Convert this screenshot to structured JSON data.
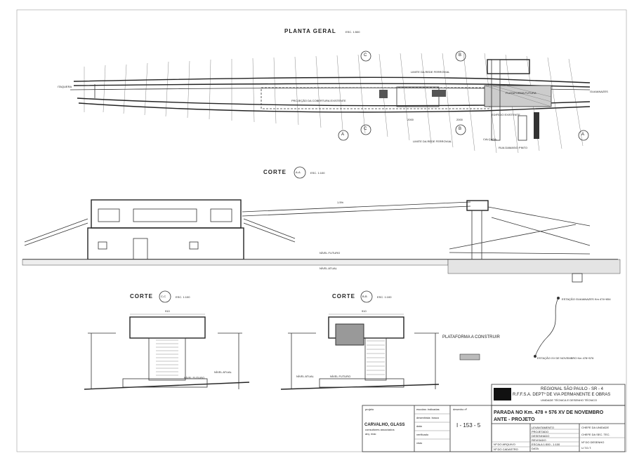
{
  "plan": {
    "title": "PLANTA GERAL",
    "scale": "ESC. 1:500",
    "left_city": "ITAQUERA",
    "right_city": "GUAIANAZES",
    "platform_future": "PLATAFORMA FUTURA",
    "limit_top": "LIMITE DA REDE FERROVIAL",
    "limit_bottom": "LIMITE DA REDE FERROVIAL",
    "projection": "PROJEÇÃO DA COBERTURA EXISTENTE",
    "sidewalk": "CALÇADA",
    "street": "RUA DAMASIO PINTO",
    "existing_building": "EDIFÍCIO EXISTENTE",
    "dim1": "2000",
    "dim2": "2000"
  },
  "markers": {
    "a": "A",
    "b": "B",
    "c": "C",
    "sheet": "5"
  },
  "section_aa": {
    "title": "CORTE",
    "marker": "A-A",
    "scale": "ESC. 1:100",
    "level_future": "NÍVEL FUTURO",
    "level_current": "NÍVEL ATUAL",
    "slope": "1.5%"
  },
  "section_cc": {
    "title": "CORTE",
    "marker": "C-C",
    "scale": "ESC. 1:100",
    "dim": "910",
    "level_future": "NÍVEL FUTURO",
    "level_current": "NÍVEL ATUAL"
  },
  "section_bb": {
    "title": "CORTE",
    "marker": "B-B",
    "scale": "ESC. 1:100",
    "dim": "910",
    "level_future": "NÍVEL FUTURO",
    "level_current": "NÍVEL ATUAL"
  },
  "legend": {
    "label": "PLATAFORMA A CONSTRUIR"
  },
  "location": {
    "station1": "ESTAÇÃO GUAIANAZES Km 474+654",
    "station2": "ESTAÇÃO XV DE NOVEMBRO Km 478+576"
  },
  "title_block": {
    "org1": "REGIONAL SÃO PAULO - SR - 4",
    "org2": "R.F.F.S.A.  DEPTº DE VIA PERMANENTE  E OBRAS",
    "org3": "UNIDADE TÉCNICA E DESENHO TÉCNICO",
    "project_title": "PARADA NO Km. 478 + 576  XV  DE  NOVEMBRO",
    "phase": "ANTE - PROJETO",
    "projeto_label": "projeto",
    "firm": "CARVALHO, GLASS",
    "firm_sub": "consultores associados",
    "firm_arch": "arq. mac",
    "checked_by": "escolas: indicadas",
    "drawn_by": "desenhista: bosco",
    "date": "data",
    "verified": "verificado",
    "visto": "visto",
    "drawing_no_label": "desenho nº",
    "drawing_no": "I - 153 - 5",
    "rows": [
      "LEVANTAMENTO",
      "PROJETADO",
      "DESENHADO",
      "REVISADO",
      "ESCALA   1:500 - 1:100",
      "DATA"
    ],
    "archive": "Nº DO ARQUIVO",
    "cadastro": "Nº DO CADASTRO",
    "chief1": "CHEFE DA UNIDADE",
    "chief2": "CHEFE DA SEC. TEC.",
    "sheet_no": "Nº DO DESENHO",
    "sheet_code": "U.T.D.T."
  }
}
